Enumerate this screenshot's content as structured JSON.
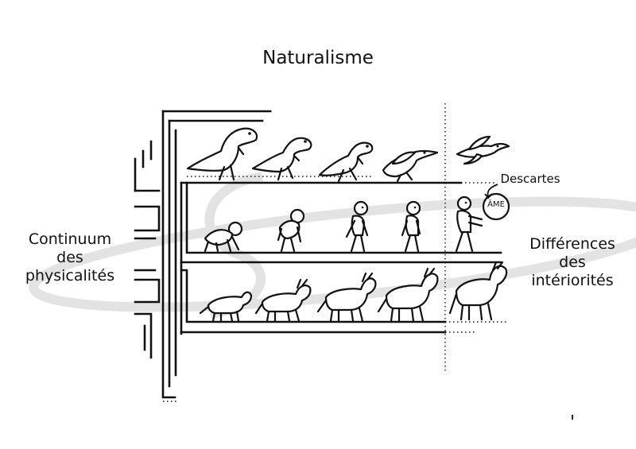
{
  "title": "Naturalisme",
  "left_label_lines": [
    "Continuum",
    "des",
    "physicalités"
  ],
  "right_label_lines": [
    "Différences",
    "des",
    "intériorités"
  ],
  "descartes_label": "Descartes",
  "soul_badge": "ÂME",
  "rows": [
    {
      "name": "dinosaurs-birds",
      "count": 5
    },
    {
      "name": "primates-humans",
      "count": 5
    },
    {
      "name": "equids",
      "count": 5
    }
  ],
  "colors": {
    "ink": "#111111",
    "swirl": "#e3e3e3"
  }
}
